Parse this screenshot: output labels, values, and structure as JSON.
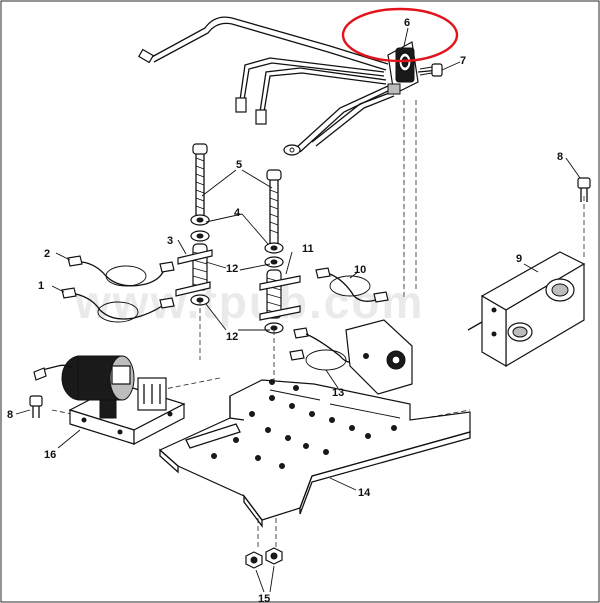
{
  "diagram": {
    "callouts": [
      "1",
      "2",
      "3",
      "4",
      "5",
      "6",
      "7",
      "8",
      "8",
      "9",
      "10",
      "11",
      "12",
      "12",
      "13",
      "14",
      "15",
      "16"
    ],
    "watermark": "www.tpub.com",
    "highlight_color": "#e3131b",
    "ink_color": "#111111"
  }
}
